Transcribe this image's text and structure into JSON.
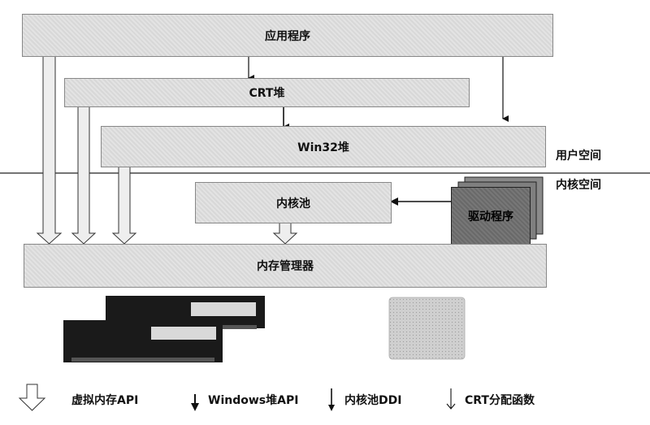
{
  "boxes": {
    "app": "应用程序",
    "crt_heap": "CRT堆",
    "win32_heap": "Win32堆",
    "kernel_pool": "内核池",
    "driver": "驱动程序",
    "memory_manager": "内存管理器"
  },
  "regions": {
    "user_space": "用户空间",
    "kernel_space": "内核空间"
  },
  "legend": {
    "virtual_memory_api": "虚拟内存API",
    "windows_heap_api": "Windows堆API",
    "kernel_pool_ddi": "内核池DDI",
    "crt_alloc_funcs": "CRT分配函数"
  },
  "colors": {
    "box_fill": "#e3e3e3",
    "driver_fill": "#7a7a7a",
    "ram_chip": "#1a1a1a",
    "disk": "#d4d4d4"
  }
}
